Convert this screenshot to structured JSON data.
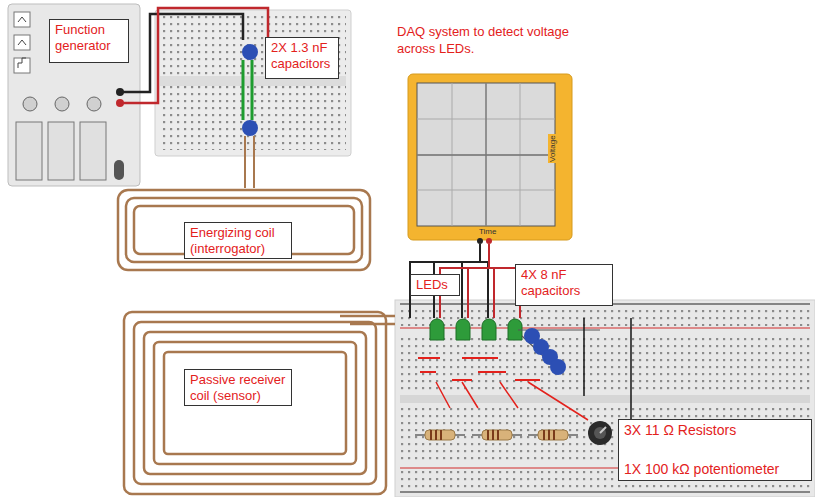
{
  "diagram": {
    "nodes": [
      {
        "text": [
          "Function generator"
        ]
      },
      {
        "text": [
          "2X 1.3 nF capacitors"
        ]
      },
      {
        "text": [
          "Energizing coil (interrogator)"
        ]
      },
      {
        "text": [
          "LEDs"
        ]
      },
      {
        "text": [
          "4X 8 nF capacitors"
        ]
      },
      {
        "text": [
          "Passive receiver coil (sensor)"
        ]
      },
      {
        "text": [
          "3X 11 Ω Resistors",
          "1X 100 kΩ potentiometer"
        ]
      }
    ],
    "labels": [
      "DAQ system to detect voltage across LEDs.",
      "Voltage",
      "Time"
    ]
  }
}
